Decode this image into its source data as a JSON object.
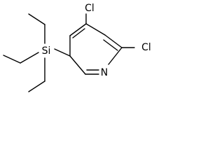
{
  "molecule": {
    "atoms": {
      "cl4": "Cl",
      "cl2": "Cl",
      "n1": "N",
      "si": "Si"
    }
  }
}
